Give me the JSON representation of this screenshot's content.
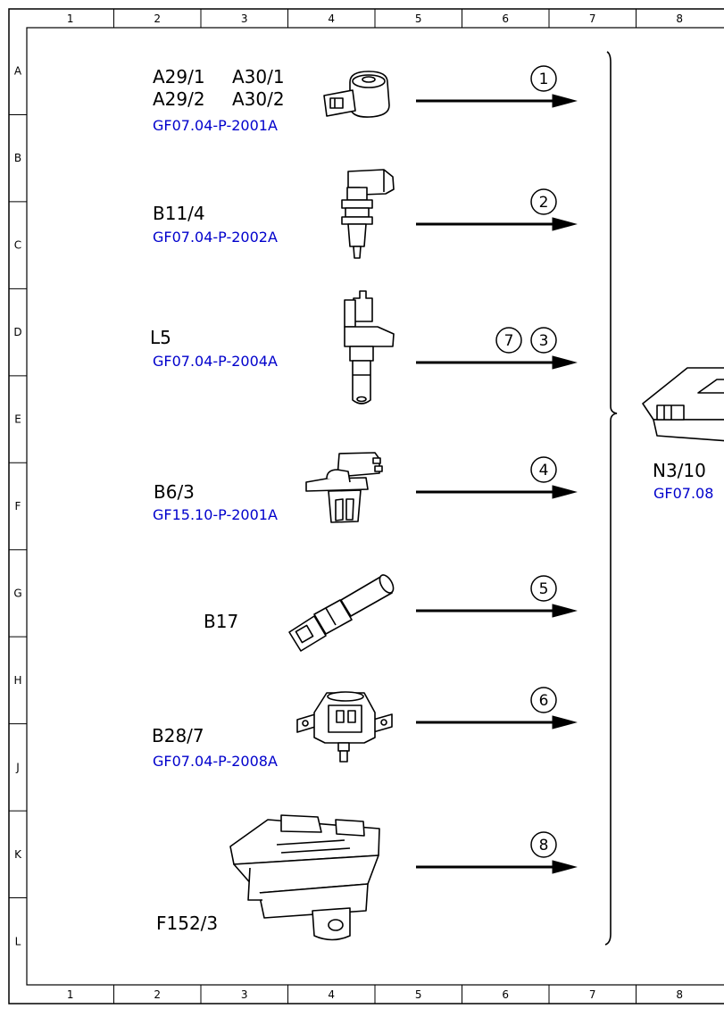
{
  "frame": {
    "columns": [
      "1",
      "2",
      "3",
      "4",
      "5",
      "6",
      "7",
      "8"
    ],
    "rows": [
      "A",
      "B",
      "C",
      "D",
      "E",
      "F",
      "G",
      "H",
      "J",
      "K",
      "L"
    ]
  },
  "colors": {
    "line": "#000000",
    "doc_ref": "#0000cc",
    "background": "#ffffff"
  },
  "components": [
    {
      "id": "knock-sensors",
      "refs": [
        "A29/1",
        "A30/1",
        "A29/2",
        "A30/2"
      ],
      "doc": "GF07.04-P-2001A",
      "signals": [
        "1"
      ],
      "icon": "knock-sensor-icon"
    },
    {
      "id": "coolant-temp-sensor",
      "refs": [
        "B11/4"
      ],
      "doc": "GF07.04-P-2002A",
      "signals": [
        "2"
      ],
      "icon": "coolant-temperature-sensor-icon"
    },
    {
      "id": "crankshaft-sensor",
      "refs": [
        "L5"
      ],
      "doc": "GF07.04-P-2004A",
      "signals": [
        "7",
        "3"
      ],
      "icon": "crankshaft-position-sensor-icon"
    },
    {
      "id": "camshaft-sensor",
      "refs": [
        "B6/3"
      ],
      "doc": "GF15.10-P-2001A",
      "signals": [
        "4"
      ],
      "icon": "camshaft-hall-sensor-icon"
    },
    {
      "id": "intake-temp-sensor",
      "refs": [
        "B17"
      ],
      "doc": "",
      "signals": [
        "5"
      ],
      "icon": "intake-air-temperature-sensor-icon"
    },
    {
      "id": "pressure-sensor",
      "refs": [
        "B28/7"
      ],
      "doc": "GF07.04-P-2008A",
      "signals": [
        "6"
      ],
      "icon": "pressure-sensor-icon"
    },
    {
      "id": "fuse-relay-module",
      "refs": [
        "F152/3"
      ],
      "doc": "",
      "signals": [
        "8"
      ],
      "icon": "fuse-relay-module-icon"
    }
  ],
  "control_unit": {
    "ref": "N3/10",
    "doc": "GF07.08",
    "icon": "engine-control-unit-icon"
  }
}
